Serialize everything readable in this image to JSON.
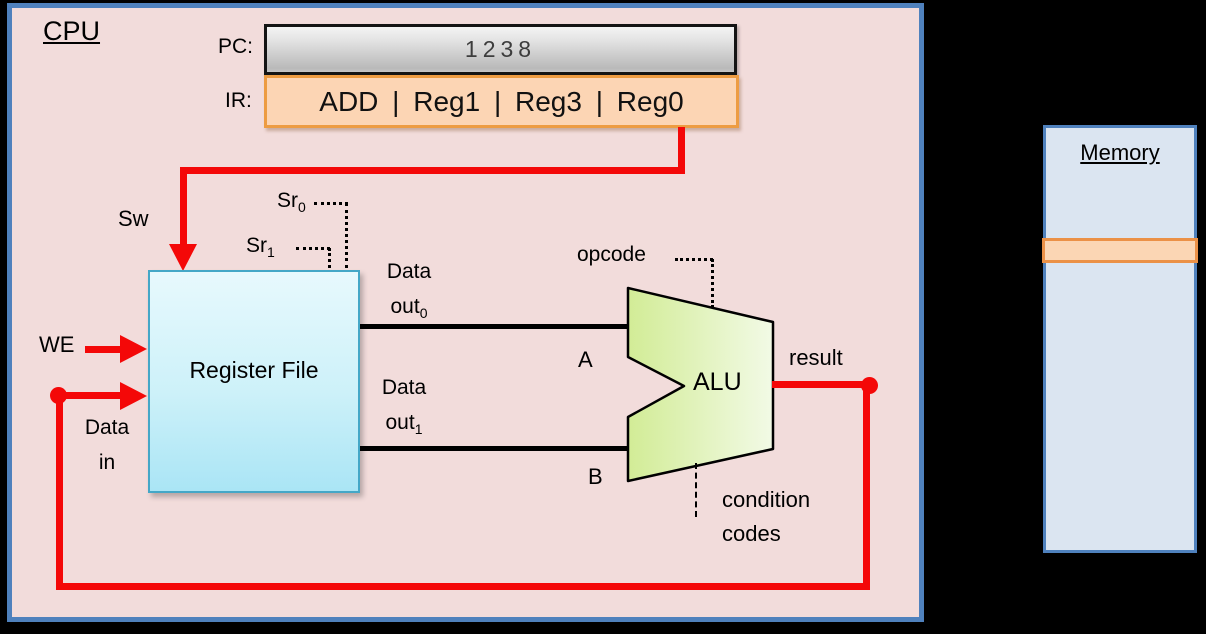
{
  "cpu": {
    "title": "CPU",
    "pc_label": "PC:",
    "pc_value": "1238",
    "ir_label": "IR:",
    "ir_value": "ADD | Reg1 | Reg3 | Reg0",
    "register_file_label": "Register File",
    "alu_label": "ALU"
  },
  "memory": {
    "title": "Memory"
  },
  "signals": {
    "sw": "Sw",
    "we": "WE",
    "sr_base": "Sr",
    "sr0_sub": "0",
    "sr1_sub": "1",
    "data_word": "Data",
    "out_word": "out",
    "out0_sub": "0",
    "out1_sub": "1",
    "in_word": "in",
    "port_a": "A",
    "port_b": "B",
    "opcode": "opcode",
    "result": "result",
    "condition_line1": "condition",
    "condition_line2": "codes"
  },
  "colors": {
    "background": "#000000",
    "cpu_fill": "#f2dcdb",
    "cpu_border": "#4f81bd",
    "memory_fill": "#dbe5f1",
    "memory_border": "#4f81bd",
    "highlight_fill": "#fbd6b4",
    "highlight_border": "#eb9147",
    "ir_fill": "#fcd5b4",
    "ir_border": "#ed9c42",
    "register_file_border": "#44a7c7",
    "alu_fill_left": "#d2ec96",
    "alu_fill_right": "#f2fae6",
    "wire_red": "#f40808",
    "wire_black": "#000000"
  }
}
